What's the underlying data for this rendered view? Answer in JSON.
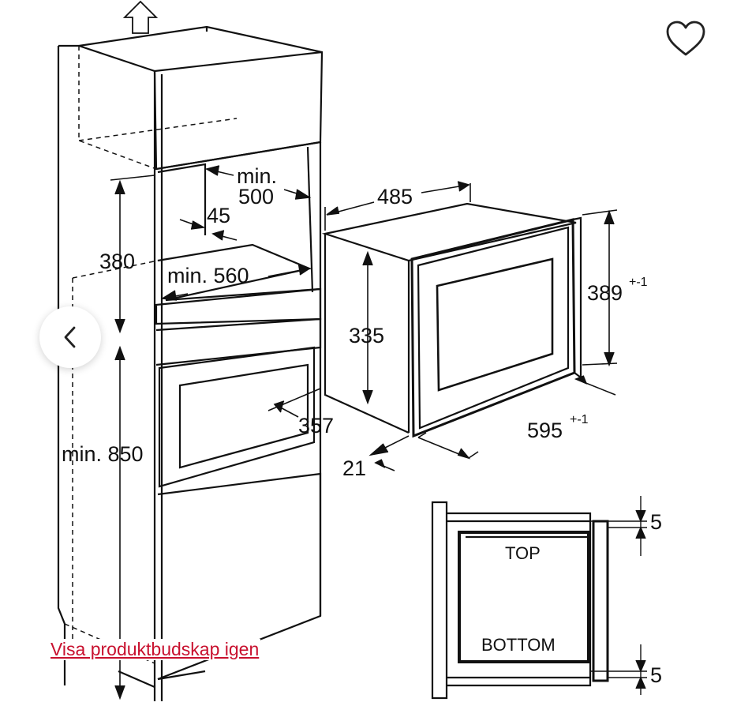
{
  "drawing": {
    "dims": {
      "min500_a": "min.",
      "min500_b": "500",
      "d45": "45",
      "d380": "380",
      "min560": "min. 560",
      "min850": "min. 850",
      "d485": "485",
      "d335": "335",
      "d389": "389",
      "d389_tol": "+-1",
      "d357": "357",
      "d595": "595",
      "d595_tol": "+-1",
      "d21": "21",
      "d5_top": "5",
      "d5_bottom": "5"
    },
    "labels": {
      "top": "TOP",
      "bottom": "BOTTOM"
    }
  },
  "controls": {
    "favorite_icon": "heart-outline-icon",
    "prev_icon": "chevron-left-icon",
    "show_product_link": "Visa produktbudskap igen"
  },
  "colors": {
    "line": "#111111",
    "link": "#c8102e",
    "background": "#ffffff"
  }
}
